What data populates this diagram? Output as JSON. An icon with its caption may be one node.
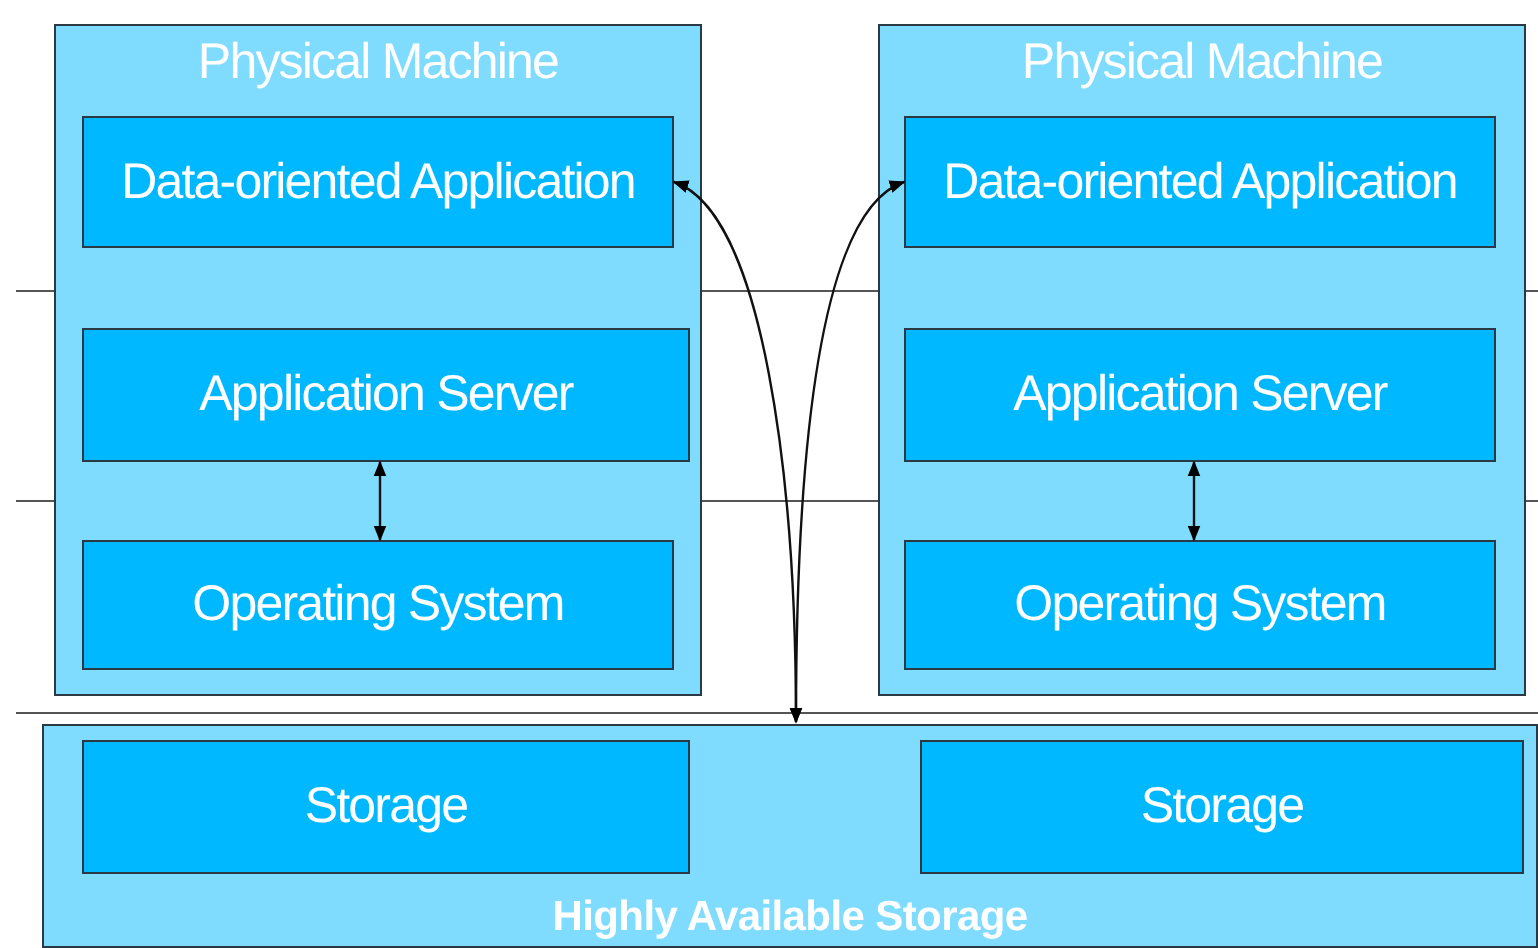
{
  "diagram": {
    "nodes": [
      {
        "text": [
          "Physical Machine"
        ]
      },
      {
        "text": [
          "Data-oriented Application"
        ],
        "in": 0
      },
      {
        "text": [
          "Application Server"
        ],
        "in": 0
      },
      {
        "text": [
          "Operating System"
        ],
        "in": 0
      },
      {
        "text": [
          "Physical Machine"
        ]
      },
      {
        "text": [
          "Data-oriented Application"
        ],
        "in": 4
      },
      {
        "text": [
          "Application Server"
        ],
        "in": 4
      },
      {
        "text": [
          "Operating System"
        ],
        "in": 4
      },
      {
        "text": [
          "Highly Available Storage"
        ]
      },
      {
        "text": [
          "Storage"
        ],
        "in": 8
      },
      {
        "text": [
          "Storage"
        ],
        "in": 8
      }
    ],
    "edges": [
      {
        "from": 2,
        "to": 3,
        "arrow": "both"
      },
      {
        "from": 6,
        "to": 7,
        "arrow": "both"
      },
      {
        "from": 1,
        "to": 8,
        "arrow": "both"
      },
      {
        "from": 5,
        "to": 8,
        "arrow": "both"
      }
    ]
  }
}
